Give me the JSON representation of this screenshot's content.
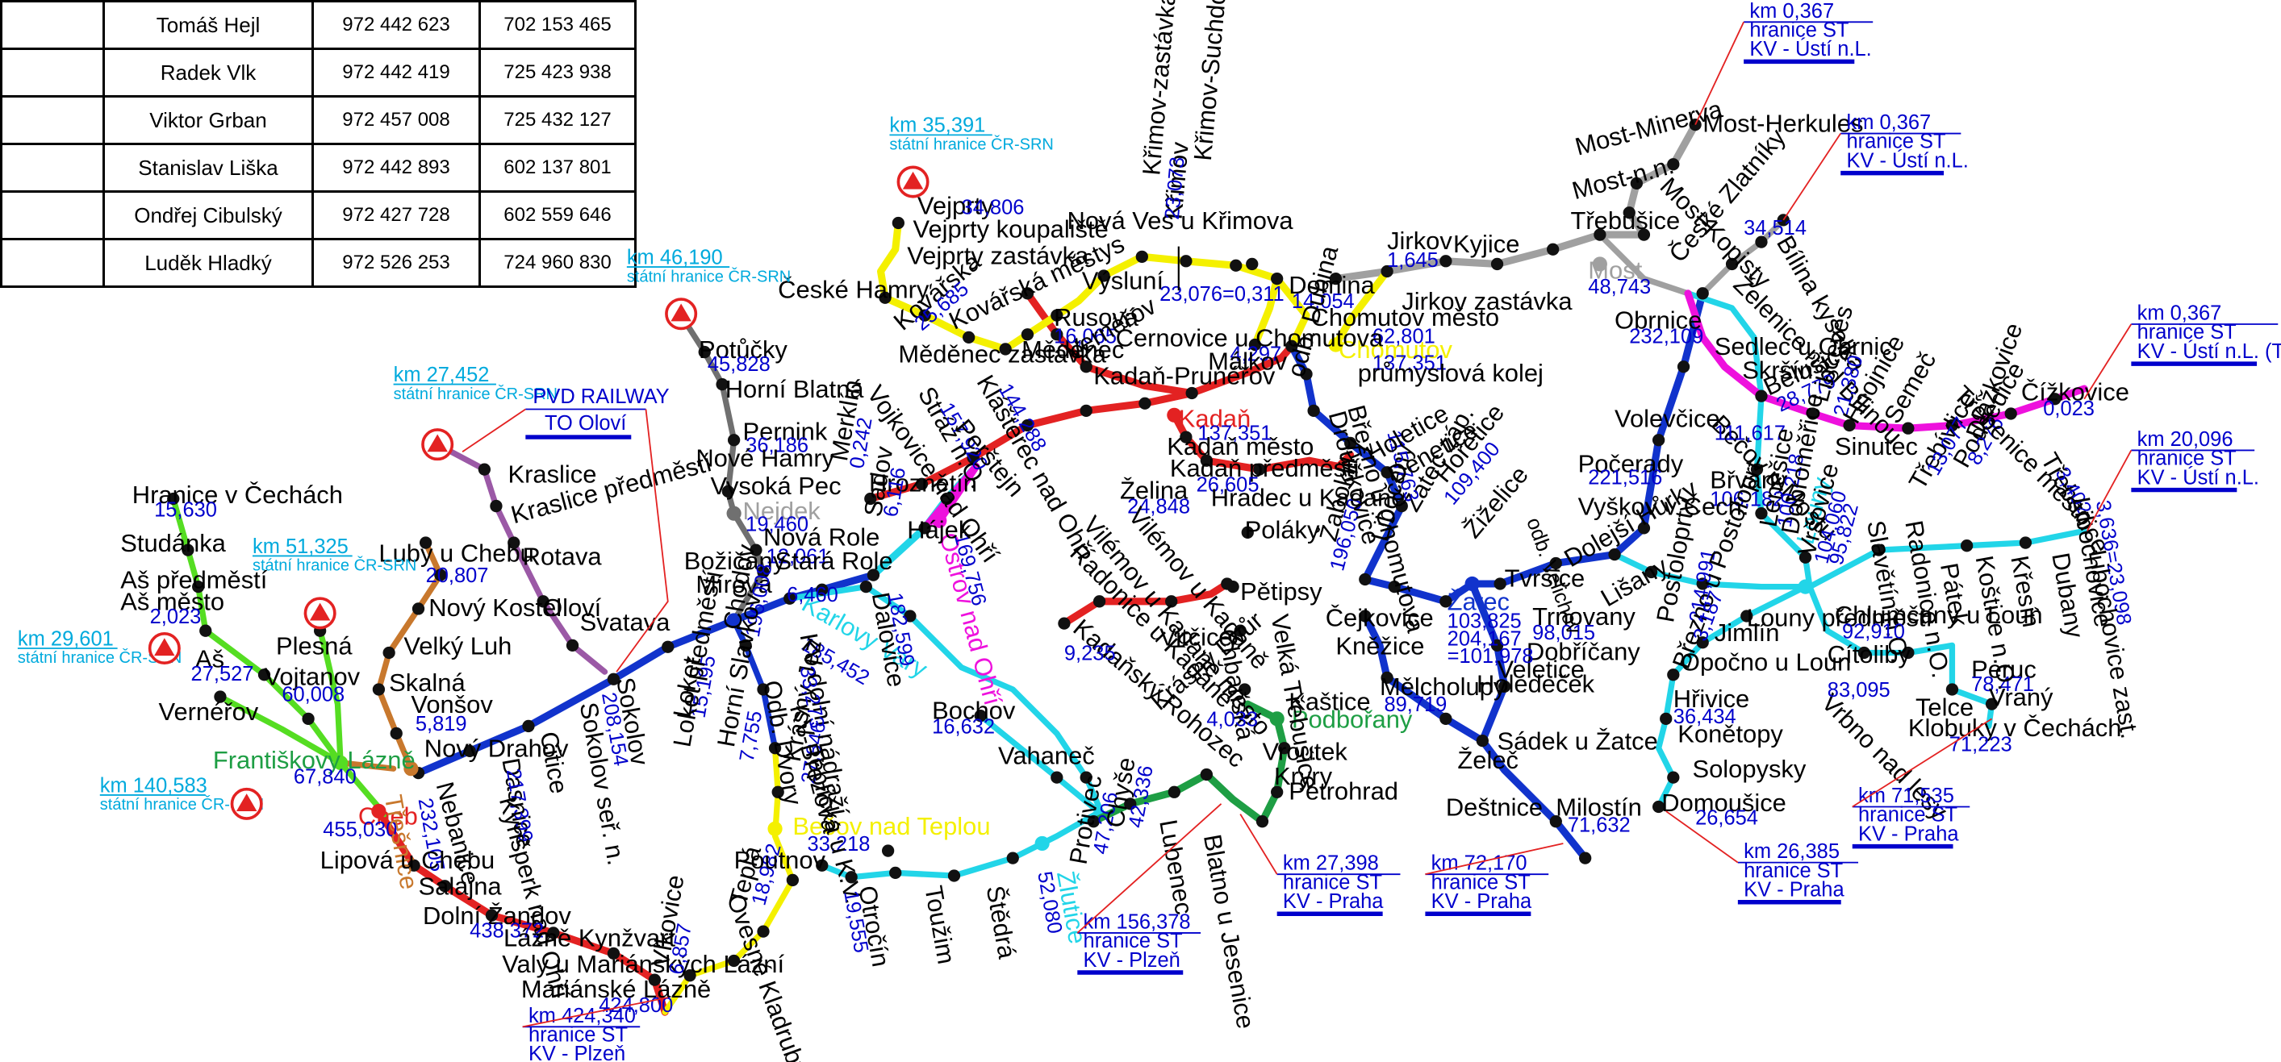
{
  "contacts": [
    {
      "name": "Tomáš Hejl",
      "phone1": "972 442 623",
      "phone2": "702 153 465"
    },
    {
      "name": "Radek Vlk",
      "phone1": "972 442 419",
      "phone2": "725 423 938"
    },
    {
      "name": "Viktor Grban",
      "phone1": "972 457 008",
      "phone2": "725 432 127"
    },
    {
      "name": "Stanislav Liška",
      "phone1": "972 442 893",
      "phone2": "602 137 801"
    },
    {
      "name": "Ondřej Cibulský",
      "phone1": "972 427 728",
      "phone2": "602 559 646"
    },
    {
      "name": "Luděk Hladký",
      "phone1": "972 526 253",
      "phone2": "724 960 830"
    }
  ],
  "colors": {
    "red": "#e32222",
    "blue": "#1133cc",
    "cyan": "#22d5e8",
    "yellow": "#f4f000",
    "green": "#1e9e44",
    "lime": "#55dd22",
    "magenta": "#ee11dd",
    "purple": "#9b59a6",
    "brown": "#c8782d",
    "gray": "#a0a0a0",
    "darkgray": "#707070",
    "node": "#111111"
  },
  "map": {
    "hubs": [
      {
        "name": "Cheb",
        "km": "455,030",
        "color": "red"
      },
      {
        "name": "Třešnice",
        "km": "232,105",
        "color": "brown"
      },
      {
        "name": "Františkovy Lázně",
        "km": "67,840",
        "color": "green"
      },
      {
        "name": "Kadaň",
        "km": "137,351",
        "color": "red"
      },
      {
        "name": "Chomutov",
        "km": "137,351",
        "color": "yellow"
      },
      {
        "name": "Most",
        "km": "48,743",
        "color": "gray"
      },
      {
        "name": "Žatec",
        "km": "103,825",
        "color": "blue"
      },
      {
        "name": "Louny",
        "km": "95,822",
        "color": "cyan"
      },
      {
        "name": "Karlovy Vary",
        "km": "185,452",
        "color": "cyan"
      },
      {
        "name": "Bečov nad Teplou",
        "km": "33,218",
        "color": "yellow"
      },
      {
        "name": "Podbořany",
        "km": "",
        "color": "green"
      },
      {
        "name": "Žlutice",
        "km": "52,080",
        "color": "cyan"
      },
      {
        "name": "Nejdek",
        "km": "19,460",
        "color": "gray"
      },
      {
        "name": "Ostrov nad Ohří",
        "km": "169,756",
        "color": "magenta"
      }
    ],
    "stations": [
      {
        "name": "Vejprty",
        "km": "34,806"
      },
      {
        "name": "Vejprty koupaliště",
        "km": ""
      },
      {
        "name": "Vejprty zastávka",
        "km": ""
      },
      {
        "name": "České Hamry",
        "km": ""
      },
      {
        "name": "Kovářská",
        "km": "25,685"
      },
      {
        "name": "Kovářská městys",
        "km": ""
      },
      {
        "name": "Měděnec zastávka",
        "km": ""
      },
      {
        "name": "Měděnec",
        "km": ""
      },
      {
        "name": "Rusová",
        "km": "16,065"
      },
      {
        "name": "Výsluní",
        "km": ""
      },
      {
        "name": "Nová Ves u Křimova",
        "km": ""
      },
      {
        "name": "Křimov",
        "km": "23,073"
      },
      {
        "name": "Křimov-zastávka",
        "km": ""
      },
      {
        "name": "Křimov-Suchdol",
        "km": ""
      },
      {
        "name": "Domina",
        "km": "14,054"
      },
      {
        "name": "Chomutov město",
        "km": "62,801"
      },
      {
        "name": "Jirkov",
        "km": "1,645"
      },
      {
        "name": "Jirkov zastávka",
        "km": ""
      },
      {
        "name": "Kyjice",
        "km": ""
      },
      {
        "name": "Černovice u Chomutova",
        "km": "4,297"
      },
      {
        "name": "Málkov",
        "km": ""
      },
      {
        "name": "Kadaň-Prunéřov",
        "km": ""
      },
      {
        "name": "Kadaň město",
        "km": ""
      },
      {
        "name": "Kadaň předměstí",
        "km": "26,605"
      },
      {
        "name": "Hradec u Kadaně",
        "km": ""
      },
      {
        "name": "Želina",
        "km": "24,848"
      },
      {
        "name": "Poláky",
        "km": ""
      },
      {
        "name": "Pětipsy",
        "km": ""
      },
      {
        "name": "Vilémov u Kadaně",
        "km": ""
      },
      {
        "name": "Vilémov u Kadaně město",
        "km": ""
      },
      {
        "name": "Radonice u Kadaně",
        "km": ""
      },
      {
        "name": "Vitčice",
        "km": ""
      },
      {
        "name": "Chbanská",
        "km": ""
      },
      {
        "name": "Žiželice",
        "km": ""
      },
      {
        "name": "Kadaňský Rohozec",
        "km": "9,235"
      },
      {
        "name": "Krásný Dvůr",
        "km": "4,033"
      },
      {
        "name": "Vroutek",
        "km": ""
      },
      {
        "name": "Kryry",
        "km": ""
      },
      {
        "name": "Petrohrad",
        "km": ""
      },
      {
        "name": "Kaštice",
        "km": ""
      },
      {
        "name": "Velká Třebušice",
        "km": ""
      },
      {
        "name": "Čejkovice",
        "km": ""
      },
      {
        "name": "Kněžice",
        "km": ""
      },
      {
        "name": "Mělcholupy",
        "km": "89,719"
      },
      {
        "name": "Žabokliky",
        "km": "196,050"
      },
      {
        "name": "Libočany",
        "km": ""
      },
      {
        "name": "Žatec záp.",
        "km": ""
      },
      {
        "name": "Tvršice",
        "km": ""
      },
      {
        "name": "Trnovany",
        "km": "98,015"
      },
      {
        "name": "Dobříčany",
        "km": ""
      },
      {
        "name": "Veletice",
        "km": ""
      },
      {
        "name": "Holedeček",
        "km": ""
      },
      {
        "name": "Želeč",
        "km": ""
      },
      {
        "name": "Sádek u Žatce",
        "km": ""
      },
      {
        "name": "Deštnice",
        "km": ""
      },
      {
        "name": "Milostín",
        "km": "71,632"
      },
      {
        "name": "Březno u Chomutova",
        "km": "115,763"
      },
      {
        "name": "Holetice",
        "km": ""
      },
      {
        "name": "Denetice",
        "km": ""
      },
      {
        "name": "Hořetice",
        "km": "109,400"
      },
      {
        "name": "odb. Dubina",
        "km": ""
      },
      {
        "name": "Droužkovice",
        "km": ""
      },
      {
        "name": "průmyslová kolej",
        "km": ""
      },
      {
        "name": "Třebušice",
        "km": ""
      },
      {
        "name": "Most-Minerva",
        "km": ""
      },
      {
        "name": "Most-n.n.",
        "km": ""
      },
      {
        "name": "Most-Kopisty",
        "km": ""
      },
      {
        "name": "Most-Herkules",
        "km": ""
      },
      {
        "name": "České Zlatníky",
        "km": "34,514"
      },
      {
        "name": "Bílina kyselka",
        "km": ""
      },
      {
        "name": "Obrnice",
        "km": "232,109"
      },
      {
        "name": "Želenice nad Bílinou",
        "km": ""
      },
      {
        "name": "Sedlec u Obrnic",
        "km": ""
      },
      {
        "name": "Skršín",
        "km": ""
      },
      {
        "name": "Bělušice",
        "km": "28,779"
      },
      {
        "name": "Libčeves",
        "km": "21,380"
      },
      {
        "name": "Hnojnice",
        "km": ""
      },
      {
        "name": "Semeč",
        "km": ""
      },
      {
        "name": "Sinutec",
        "km": ""
      },
      {
        "name": "Třebívlice",
        "km": "13,077"
      },
      {
        "name": "Podsedice",
        "km": "8,276"
      },
      {
        "name": "Dlažkovice",
        "km": ""
      },
      {
        "name": "Třebenice",
        "km": "3,402"
      },
      {
        "name": "Třebenice město",
        "km": ""
      },
      {
        "name": "Čížkovice",
        "km": "0,023"
      },
      {
        "name": "Volevčice",
        "km": ""
      },
      {
        "name": "Bečov u Mostu",
        "km": "111,617"
      },
      {
        "name": "Břvany",
        "km": "106,182"
      },
      {
        "name": "Počerady",
        "km": "221,516"
      },
      {
        "name": "Vyškov v Čech.",
        "km": ""
      },
      {
        "name": "Lenešice",
        "km": "100,218"
      },
      {
        "name": "Dobroměřice",
        "km": ""
      },
      {
        "name": "Dolejší Hůrky",
        "km": ""
      },
      {
        "name": "Lišany",
        "km": ""
      },
      {
        "name": "Postoloprty",
        "km": "214,991"
      },
      {
        "name": "Březno u Postoloprt",
        "km": "3,187"
      },
      {
        "name": "Louny předměstí",
        "km": ""
      },
      {
        "name": "Jimlín",
        "km": ""
      },
      {
        "name": "Opočno u Loun",
        "km": ""
      },
      {
        "name": "Hřivice",
        "km": "36,434"
      },
      {
        "name": "Konětopy",
        "km": ""
      },
      {
        "name": "Solopysky",
        "km": ""
      },
      {
        "name": "Domoušice",
        "km": "26,654"
      },
      {
        "name": "Slavětín n.O.",
        "km": ""
      },
      {
        "name": "Vršovice",
        "km": "104,060"
      },
      {
        "name": "Radonice n.O.",
        "km": ""
      },
      {
        "name": "Chlumčany u Loun",
        "km": "92,910"
      },
      {
        "name": "Cítoliby",
        "km": ""
      },
      {
        "name": "Vrbno nad lesy",
        "km": "83,095"
      },
      {
        "name": "Peruc",
        "km": "78,471"
      },
      {
        "name": "Telce",
        "km": ""
      },
      {
        "name": "Vraný",
        "km": ""
      },
      {
        "name": "Klobuky v Čechách",
        "km": "71,223"
      },
      {
        "name": "Pátek",
        "km": ""
      },
      {
        "name": "Koštice n.O.",
        "km": ""
      },
      {
        "name": "Křesín",
        "km": ""
      },
      {
        "name": "Dubany",
        "km": ""
      },
      {
        "name": "Libochovice",
        "km": "3,636=23,098"
      },
      {
        "name": "Libochovice zast.",
        "km": ""
      },
      {
        "name": "Potůčky",
        "km": "45,828"
      },
      {
        "name": "Horní Blatná",
        "km": ""
      },
      {
        "name": "Pernink",
        "km": "36,186"
      },
      {
        "name": "Nové Hamry",
        "km": ""
      },
      {
        "name": "Vysoká Pec",
        "km": ""
      },
      {
        "name": "Nová Role",
        "km": "12,061"
      },
      {
        "name": "Stará Role",
        "km": "6,460"
      },
      {
        "name": "Božičany",
        "km": ""
      },
      {
        "name": "Mírová",
        "km": ""
      },
      {
        "name": "Merklín",
        "km": "0,242"
      },
      {
        "name": "Hroznětín",
        "km": ""
      },
      {
        "name": "Vojkovice nad Ohří",
        "km": ""
      },
      {
        "name": "Stráž n.O.",
        "km": "157,920"
      },
      {
        "name": "Perštejn",
        "km": ""
      },
      {
        "name": "Klášterec nad Ohří",
        "km": "144,288"
      },
      {
        "name": "Vernéřov",
        "km": ""
      },
      {
        "name": "Sadov",
        "km": "6,116"
      },
      {
        "name": "Hájek",
        "km": ""
      },
      {
        "name": "Dalovice",
        "km": "182,599"
      },
      {
        "name": "Chodov",
        "km": "196,008"
      },
      {
        "name": "Loket",
        "km": "15,195"
      },
      {
        "name": "Loket předměstí",
        "km": ""
      },
      {
        "name": "Horní Slavkov",
        "km": "7,755"
      },
      {
        "name": "Krásný Jez",
        "km": "27,846"
      },
      {
        "name": "Odb. Dvory",
        "km": "21,346"
      },
      {
        "name": "KV dolní nádraží",
        "km": "33,273"
      },
      {
        "name": "KV-Březová",
        "km": ""
      },
      {
        "name": "Teplička u K.V.",
        "km": ""
      },
      {
        "name": "Sokolov",
        "km": "208,154"
      },
      {
        "name": "Sokolov seř. n.",
        "km": ""
      },
      {
        "name": "Citice",
        "km": ""
      },
      {
        "name": "Dasnice",
        "km": "217,399"
      },
      {
        "name": "Kynšperk nad Ohří",
        "km": ""
      },
      {
        "name": "Nebanice",
        "km": ""
      },
      {
        "name": "Svatava",
        "km": ""
      },
      {
        "name": "Oloví",
        "km": ""
      },
      {
        "name": "Rotava",
        "km": ""
      },
      {
        "name": "Kraslice předměstí",
        "km": ""
      },
      {
        "name": "Kraslice",
        "km": ""
      },
      {
        "name": "Luby u Chebu",
        "km": "20,807"
      },
      {
        "name": "Nový Kostel",
        "km": ""
      },
      {
        "name": "Velký Luh",
        "km": ""
      },
      {
        "name": "Skalná",
        "km": ""
      },
      {
        "name": "Vonšov",
        "km": "5,819"
      },
      {
        "name": "Nový Drahov",
        "km": ""
      },
      {
        "name": "Plesná",
        "km": ""
      },
      {
        "name": "Vojtanov",
        "km": "60,008"
      },
      {
        "name": "Hranice v Čechách",
        "km": "15,630"
      },
      {
        "name": "Studánka",
        "km": ""
      },
      {
        "name": "Aš předměstí",
        "km": ""
      },
      {
        "name": "Aš město",
        "km": "2,023"
      },
      {
        "name": "Aš",
        "km": "27,527"
      },
      {
        "name": "Vernéřov",
        "km": ""
      },
      {
        "name": "Lipová u Chebu",
        "km": ""
      },
      {
        "name": "Salajna",
        "km": ""
      },
      {
        "name": "Dolní Žandov",
        "km": "438,372"
      },
      {
        "name": "Lázně Kynžvart",
        "km": ""
      },
      {
        "name": "Valy u Mariánských Lázní",
        "km": ""
      },
      {
        "name": "Mariánské Lázně",
        "km": "424,800"
      },
      {
        "name": "Vlkovice",
        "km": "6,857"
      },
      {
        "name": "Ovesné Kladruby",
        "km": ""
      },
      {
        "name": "Teplá",
        "km": "18,982"
      },
      {
        "name": "Poutnov",
        "km": ""
      },
      {
        "name": "Bochov",
        "km": "16,632"
      },
      {
        "name": "Vahaneč",
        "km": ""
      },
      {
        "name": "Protivec",
        "km": "47,206"
      },
      {
        "name": "Chyše",
        "km": "42,336"
      },
      {
        "name": "Lubenec",
        "km": ""
      },
      {
        "name": "Blatno u Jesenice",
        "km": ""
      },
      {
        "name": "Štědrá",
        "km": ""
      },
      {
        "name": "Toužim",
        "km": ""
      },
      {
        "name": "Otročín",
        "km": "19,555"
      }
    ],
    "borders": [
      {
        "km": "km 35,391",
        "label": "státní hranice ČR-SRN"
      },
      {
        "km": "km 46,190",
        "label": "státní hranice ČR-SRN"
      },
      {
        "km": "km 27,452",
        "label": "státní hranice ČR-SRN"
      },
      {
        "km": "km 51,325",
        "label": "státní hranice ČR-SRN"
      },
      {
        "km": "km 29,601",
        "label": "státní hranice ČR-SRN"
      },
      {
        "km": "km 140,583",
        "label": "státní hranice ČR-SRN"
      }
    ],
    "limits": [
      {
        "km": "km 0,367",
        "line1": "hranice ST",
        "line2": "KV - Ústí n.L."
      },
      {
        "km": "km 0,367",
        "line1": "hranice ST",
        "line2": "KV - Ústí n.L."
      },
      {
        "km": "km 0,367",
        "line1": "hranice ST",
        "line2": "KV - Ústí n.L. (Trať AŽD)"
      },
      {
        "km": "km 20,096",
        "line1": "hranice ST",
        "line2": "KV - Ústí n.L."
      },
      {
        "km": "km 71,535",
        "line1": "hranice ST",
        "line2": "KV - Praha"
      },
      {
        "km": "km 26,385",
        "line1": "hranice ST",
        "line2": "KV - Praha"
      },
      {
        "km": "km 72,170",
        "line1": "hranice ST",
        "line2": "KV - Praha"
      },
      {
        "km": "km 27,398",
        "line1": "hranice ST",
        "line2": "KV - Praha"
      },
      {
        "km": "km 156,378",
        "line1": "hranice ST",
        "line2": "KV - Plzeň"
      },
      {
        "km": "km 424,340",
        "line1": "hranice ST",
        "line2": "KV - Plzeň"
      }
    ],
    "pvd": {
      "line1": "PVD RAILWAY",
      "line2": "TO Oloví"
    },
    "other_labels": {
      "zakov": "23,076=0,311",
      "zatec_km": "204,167",
      "zatec_km2": "=101,978",
      "odb_velichov": "odb. Velichov"
    }
  }
}
